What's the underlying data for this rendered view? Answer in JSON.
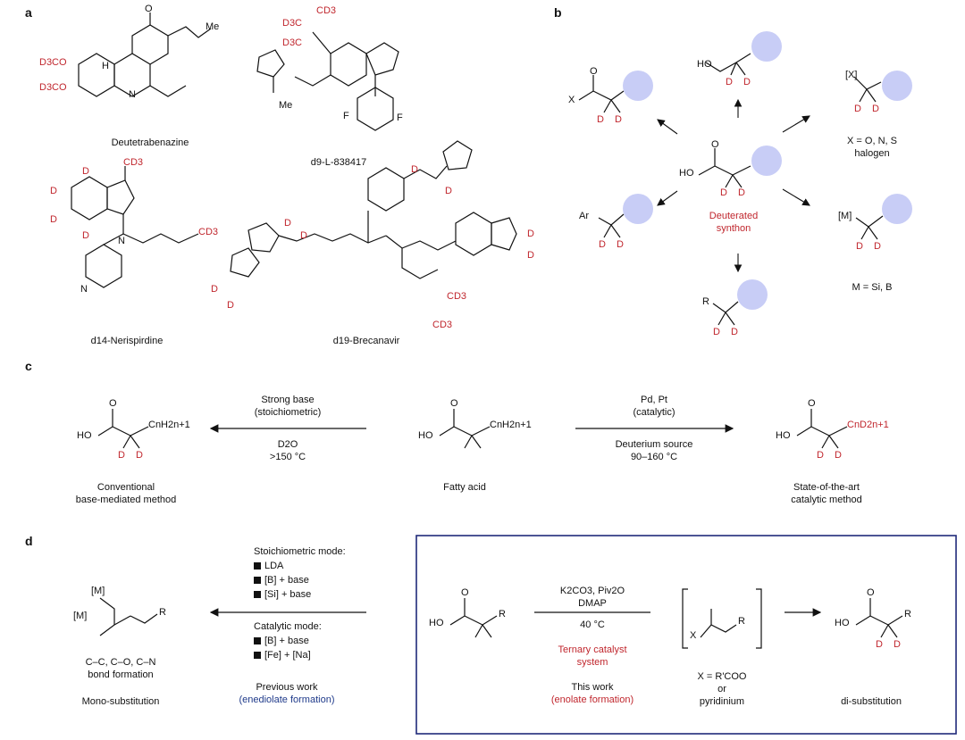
{
  "panels": {
    "a": "a",
    "b": "b",
    "c": "c",
    "d": "d"
  },
  "panel_a": {
    "mol1": "Deutetrabenazine",
    "mol2": "d9-L-838417",
    "mol3": "d14-Nerispirdine",
    "mol4": "d19-Brecanavir",
    "atoms": {
      "d3co_1": "D3CO",
      "d3co_2": "D3CO",
      "h": "H",
      "n": "N",
      "me": "Me",
      "o": "O",
      "cd3": "CD3",
      "d3c_1": "D3C",
      "d3c_2": "D3C",
      "f1": "F",
      "f2": "F",
      "d": "D"
    }
  },
  "panel_b": {
    "center_label_1": "Deuterated",
    "center_label_2": "synthon",
    "x_def_1": "X = O, N, S",
    "x_def_2": "halogen",
    "m_def": "M = Si, B",
    "lbl_X": "X",
    "lbl_XB": "[X]",
    "lbl_M": "[M]",
    "lbl_Ar": "Ar",
    "lbl_R": "R",
    "lbl_HO": "HO",
    "lbl_O": "O",
    "lbl_D": "D",
    "accent_color": "#c8cdf6"
  },
  "panel_c": {
    "left_cond_top_1": "Strong base",
    "left_cond_top_2": "(stoichiometric)",
    "left_cond_bot_1": "D2O",
    "left_cond_bot_2": ">150 °C",
    "right_cond_top_1": "Pd, Pt",
    "right_cond_top_2": "(catalytic)",
    "right_cond_bot_1": "Deuterium source",
    "right_cond_bot_2": "90–160 °C",
    "left_label_1": "Conventional",
    "left_label_2": "base-mediated method",
    "mid_label": "Fatty acid",
    "right_label_1": "State-of-the-art",
    "right_label_2": "catalytic method",
    "chain_h": "CnH2n+1",
    "chain_d": "CnD2n+1"
  },
  "panel_d": {
    "stoich_title": "Stoichiometric mode:",
    "stoich_items": [
      "LDA",
      "[B] + base",
      "[Si] + base"
    ],
    "cat_title": "Catalytic mode:",
    "cat_items": [
      "[B] + base",
      "[Fe] + [Na]"
    ],
    "prev_1": "Previous work",
    "prev_2": "(enediolate formation)",
    "bond_1": "C–C, C–O, C–N",
    "bond_2": "bond formation",
    "mono": "Mono-substitution",
    "reagents_1": "K2CO3, Piv2O",
    "reagents_2": "DMAP",
    "temp": "40 °C",
    "ternary_1": "Ternary catalyst",
    "ternary_2": "system",
    "this_1": "This work",
    "this_2": "(enolate formation)",
    "xdef_1": "X = R'COO",
    "xdef_2": "or",
    "xdef_3": "pyridinium",
    "di": "di-substitution",
    "box_color": "#1f2a7a"
  }
}
